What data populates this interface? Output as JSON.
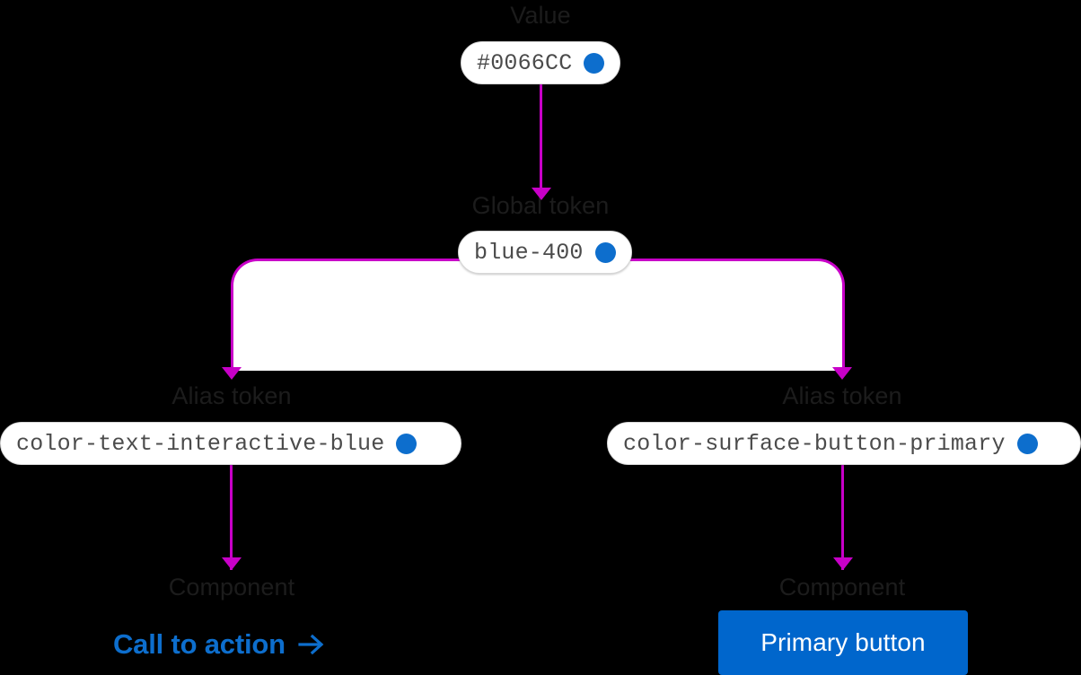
{
  "diagram": {
    "title": "Design token flow: value to global token to alias tokens to components",
    "accent_connector_color": "#c800c8",
    "background_color": "#000000",
    "label_color": "#1c1c1c",
    "stages": {
      "value": "Value",
      "global_token": "Global token",
      "alias_token_left": "Alias token",
      "alias_token_right": "Alias token",
      "component_left": "Component",
      "component_right": "Component"
    },
    "tokens": {
      "value": {
        "text": "#0066CC",
        "swatch_color": "#0d6ecd"
      },
      "global": {
        "text": "blue-400",
        "swatch_color": "#0d6ecd"
      },
      "alias_left": {
        "text": "color-text-interactive-blue",
        "swatch_color": "#0d6ecd"
      },
      "alias_right": {
        "text": "color-surface-button-primary",
        "swatch_color": "#0d6ecd"
      }
    },
    "components": {
      "cta": {
        "label": "Call to action",
        "arrow_icon": "arrow-right-icon",
        "color": "#0d6ecd"
      },
      "primary_button": {
        "label": "Primary button",
        "background_color": "#0066cc",
        "text_color": "#ffffff"
      }
    }
  }
}
